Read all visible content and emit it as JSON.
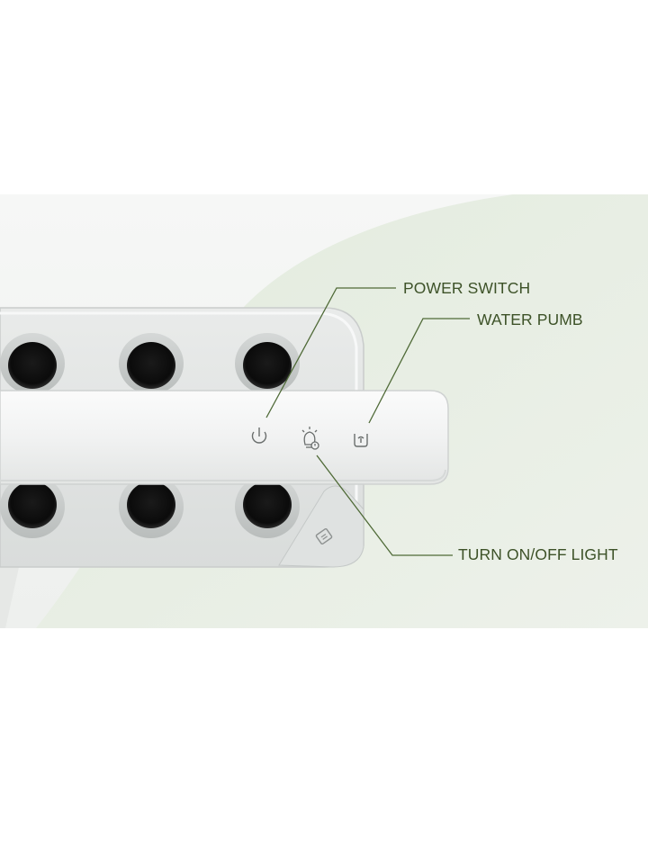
{
  "callouts": {
    "power_switch": "POWER SWITCH",
    "water_pump": "WATER PUMB",
    "light_toggle": "TURN ON/OFF LIGHT"
  },
  "colors": {
    "label_text": "#3d5228",
    "leader_line": "#4f6a37",
    "background_blob": "#e4ecdf",
    "device_body": "#eceeed",
    "pod_hole": "#0e0e0e"
  },
  "icons": {
    "power": "power-icon",
    "light": "lightbulb-timer-icon",
    "pump": "water-pump-icon",
    "corner": "water-level-icon"
  }
}
